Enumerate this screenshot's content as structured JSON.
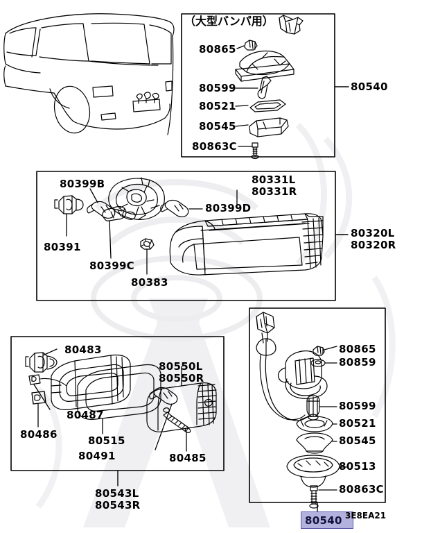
{
  "diagram": {
    "code": "3E8EA21",
    "highlighted_part": "80540",
    "vehicle_illustration": "station-wagon-rear-three-quarter"
  },
  "groups": [
    {
      "id": "large-bumper-group",
      "note": "（大型バンパ用）",
      "group_label": "80540",
      "parts": [
        {
          "number": "80865"
        },
        {
          "number": "80599"
        },
        {
          "number": "80521"
        },
        {
          "number": "80545"
        },
        {
          "number": "80863C"
        }
      ]
    },
    {
      "id": "rear-combination-lamp-group",
      "group_label_lines": [
        "80320L",
        "80320R"
      ],
      "parts": [
        {
          "number": "80399B"
        },
        {
          "number": "80391"
        },
        {
          "number": "80399C"
        },
        {
          "number": "80383"
        },
        {
          "number": "80399D"
        },
        {
          "number_lines": [
            "80331L",
            "80331R"
          ]
        }
      ]
    },
    {
      "id": "rear-side-marker-group",
      "group_label_lines": [
        "80543L",
        "80543R"
      ],
      "parts": [
        {
          "number": "80483"
        },
        {
          "number": "80487"
        },
        {
          "number": "80486"
        },
        {
          "number": "80515"
        },
        {
          "number": "80491"
        },
        {
          "number": "80485"
        },
        {
          "number_lines": [
            "80550L",
            "80550R"
          ]
        }
      ]
    },
    {
      "id": "license-plate-lamp-group",
      "group_label": "80540",
      "parts": [
        {
          "number": "80865"
        },
        {
          "number": "80859"
        },
        {
          "number": "80599"
        },
        {
          "number": "80521"
        },
        {
          "number": "80545"
        },
        {
          "number": "80513"
        },
        {
          "number": "80863C"
        }
      ]
    }
  ],
  "labels": {
    "jp_note_top": "（大型バンパ用）",
    "g1_80865": "80865",
    "g1_80599": "80599",
    "g1_80521": "80521",
    "g1_80545": "80545",
    "g1_80863C": "80863C",
    "g1_group": "80540",
    "g2_80399B": "80399B",
    "g2_80391": "80391",
    "g2_80399C": "80399C",
    "g2_80383": "80383",
    "g2_80399D": "80399D",
    "g2_80331L": "80331L",
    "g2_80331R": "80331R",
    "g2_80320L": "80320L",
    "g2_80320R": "80320R",
    "g3_80483": "80483",
    "g3_80487": "80487",
    "g3_80486": "80486",
    "g3_80515": "80515",
    "g3_80491": "80491",
    "g3_80485": "80485",
    "g3_80550L": "80550L",
    "g3_80550R": "80550R",
    "g3_80543L": "80543L",
    "g3_80543R": "80543R",
    "g4_80865": "80865",
    "g4_80859": "80859",
    "g4_80599": "80599",
    "g4_80521": "80521",
    "g4_80545": "80545",
    "g4_80513": "80513",
    "g4_80863C": "80863C",
    "badge_80540": "80540",
    "diagram_code": "3E8EA21"
  }
}
